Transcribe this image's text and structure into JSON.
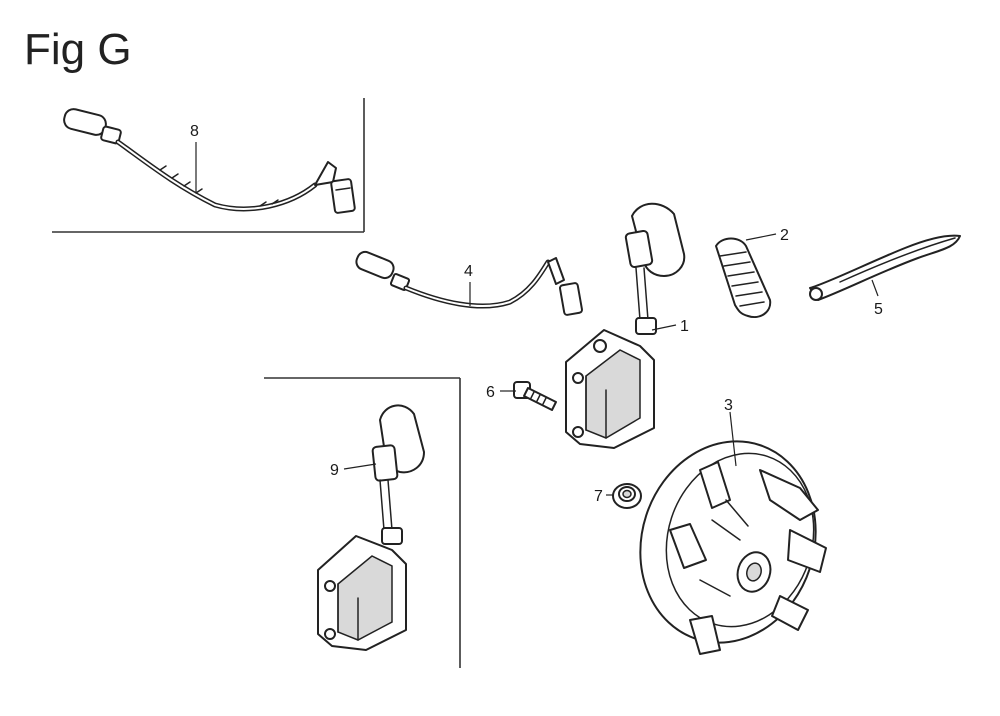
{
  "figure": {
    "title": "Fig G"
  },
  "callouts": {
    "p1": "1",
    "p2": "2",
    "p3": "3",
    "p4": "4",
    "p5": "5",
    "p6": "6",
    "p7": "7",
    "p8": "8",
    "p9": "9"
  }
}
